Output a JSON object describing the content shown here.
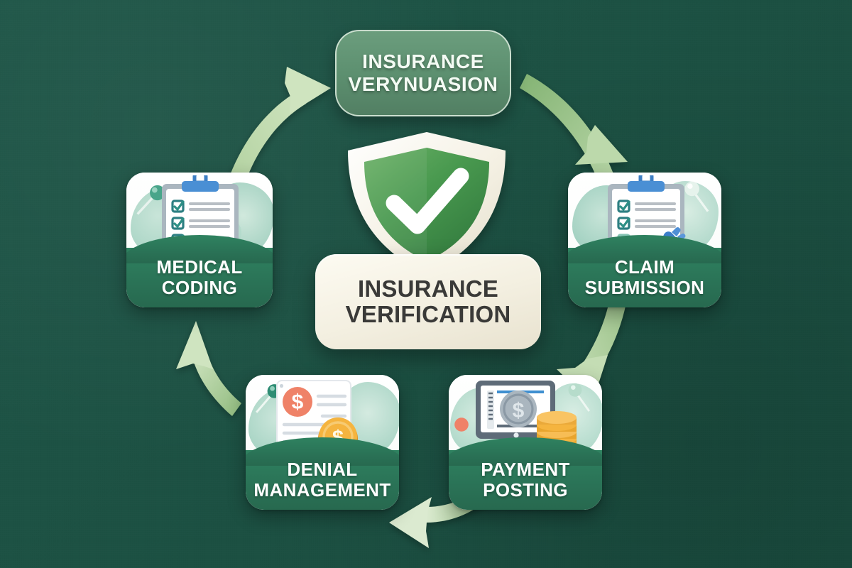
{
  "diagram": {
    "title_top_box": "INSURANCE VERYNUASION",
    "center_label_line1": "INSURANCE",
    "center_label_line2": "VERIFICATION",
    "center_icon": "shield-check-icon",
    "background_color": "#1d5244",
    "accent_band_color": "#2a7256",
    "accent_arrow_color": "#b7d5a6",
    "center_plaque_color": "#f6f2e3",
    "top_box_color": "#5d9070"
  },
  "nodes": [
    {
      "id": "medical-coding",
      "label_line1": "MEDICAL",
      "label_line2": "CODING",
      "icon": "clipboard-checklist-icon",
      "position": "left"
    },
    {
      "id": "claim-submission",
      "label_line1": "CLAIM",
      "label_line2": "SUBMISSION",
      "icon": "clipboard-checklist-hand-icon",
      "position": "right"
    },
    {
      "id": "denial-management",
      "label_line1": "DENIAL",
      "label_line2": "MANAGEMENT",
      "icon": "invoice-coin-icon",
      "position": "bottom-left"
    },
    {
      "id": "payment-posting",
      "label_line1": "PAYMENT",
      "label_line2": "POSTING",
      "icon": "monitor-coins-icon",
      "position": "bottom-right"
    }
  ],
  "arrows": [
    {
      "id": "arrow-coding-to-insurance",
      "from": "medical-coding",
      "to": "insurance-verynuasion",
      "direction": "up-right"
    },
    {
      "id": "arrow-insurance-to-claim",
      "from": "insurance-verynuasion",
      "to": "claim-submission",
      "direction": "down-right"
    },
    {
      "id": "arrow-claim-to-payment",
      "from": "claim-submission",
      "to": "payment-posting",
      "direction": "down-left"
    },
    {
      "id": "arrow-payment-to-denial",
      "from": "payment-posting",
      "to": "denial-management",
      "direction": "left"
    },
    {
      "id": "arrow-denial-to-coding",
      "from": "denial-management",
      "to": "medical-coding",
      "direction": "up-left"
    }
  ]
}
